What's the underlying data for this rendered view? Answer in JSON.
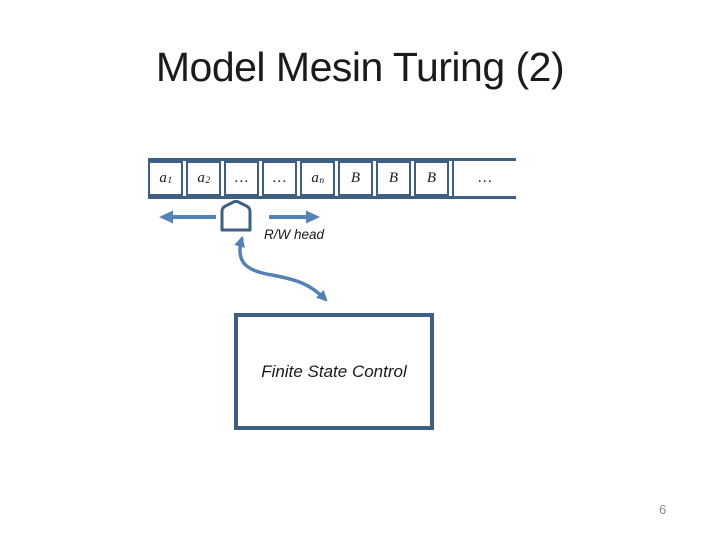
{
  "slide": {
    "title": "Model Mesin Turing (2)",
    "page_number": "6"
  },
  "tape": {
    "cells": [
      {
        "base": "a",
        "sub": "1"
      },
      {
        "base": "a",
        "sub": "2"
      },
      {
        "base": "…"
      },
      {
        "base": "…"
      },
      {
        "base": "a",
        "sub": "n"
      },
      {
        "base": "B"
      },
      {
        "base": "B"
      },
      {
        "base": "B"
      },
      {
        "base": "…",
        "wide": true
      }
    ]
  },
  "head": {
    "label": "R/W head"
  },
  "control_box": {
    "label": "Finite State Control"
  },
  "icons": {
    "move_left_icon": "left-arrow",
    "move_right_icon": "right-arrow",
    "rw_head_icon": "tape-head-pentagon",
    "connector_icon": "s-curve-double-arrow"
  },
  "colors": {
    "outline_blue": "#3E5F82",
    "arrow_blue": "#5582B6",
    "title_text": "#1b1b1b",
    "body_text": "#1a1a1a",
    "page_number": "#8a8a8a",
    "background": "#ffffff"
  }
}
